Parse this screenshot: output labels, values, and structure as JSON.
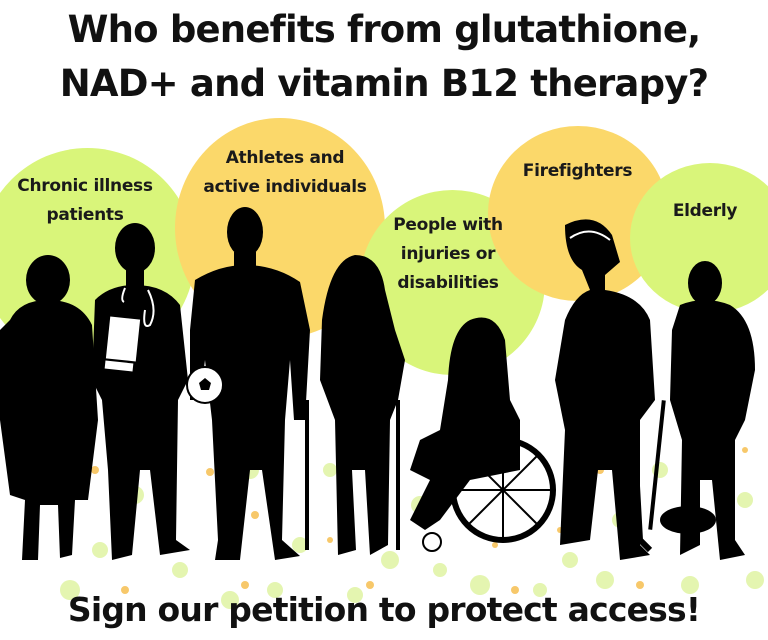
{
  "title": {
    "line1": "Who benefits from glutathione,",
    "line2": "NAD+ and vitamin B12 therapy?"
  },
  "groups": [
    {
      "label_line1": "Chronic illness",
      "label_line2": "patients",
      "label_line3": "",
      "color": "#d9f57a"
    },
    {
      "label_line1": "Athletes and",
      "label_line2": "active individuals",
      "label_line3": "",
      "color": "#fbd86a"
    },
    {
      "label_line1": "People with",
      "label_line2": "injuries or",
      "label_line3": "disabilities",
      "color": "#d9f57a"
    },
    {
      "label_line1": "Firefighters",
      "label_line2": "",
      "label_line3": "",
      "color": "#fbd86a"
    },
    {
      "label_line1": "Elderly",
      "label_line2": "",
      "label_line3": "",
      "color": "#d9f57a"
    }
  ],
  "footer": {
    "cta": "Sign our petition to protect access!"
  },
  "colors": {
    "green": "#d9f57a",
    "yellow": "#fbd86a",
    "silhouette": "#000000",
    "text": "#111111"
  }
}
